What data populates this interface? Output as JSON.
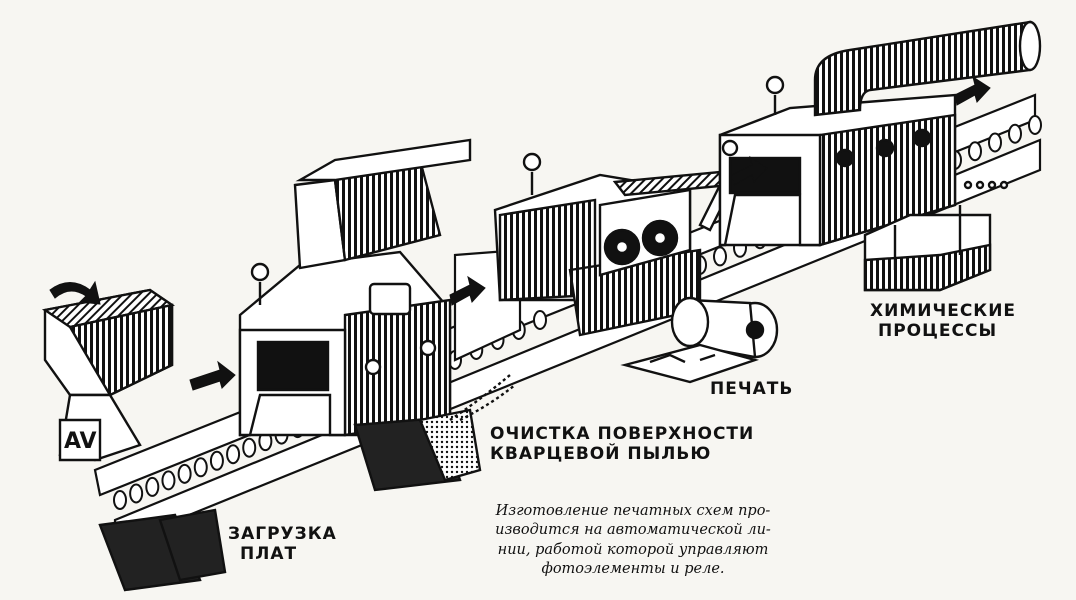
{
  "labels": {
    "loading": [
      "ЗАГРУЗКА",
      "ПЛАТ"
    ],
    "cleaning": [
      "ОЧИСТКА ПОВЕРХНОСТИ",
      "КВАРЦЕВОЙ ПЫЛЬЮ"
    ],
    "printing": [
      "ПЕЧАТЬ"
    ],
    "chemical": [
      "ХИМИЧЕСКИЕ",
      "ПРОЦЕССЫ"
    ]
  },
  "caption": [
    "Изготовление печатных схем про-",
    "изводится на автоматической ли-",
    "нии, работой которой управляют",
    "фотоэлементы и реле."
  ],
  "hopper_marking": "AV"
}
